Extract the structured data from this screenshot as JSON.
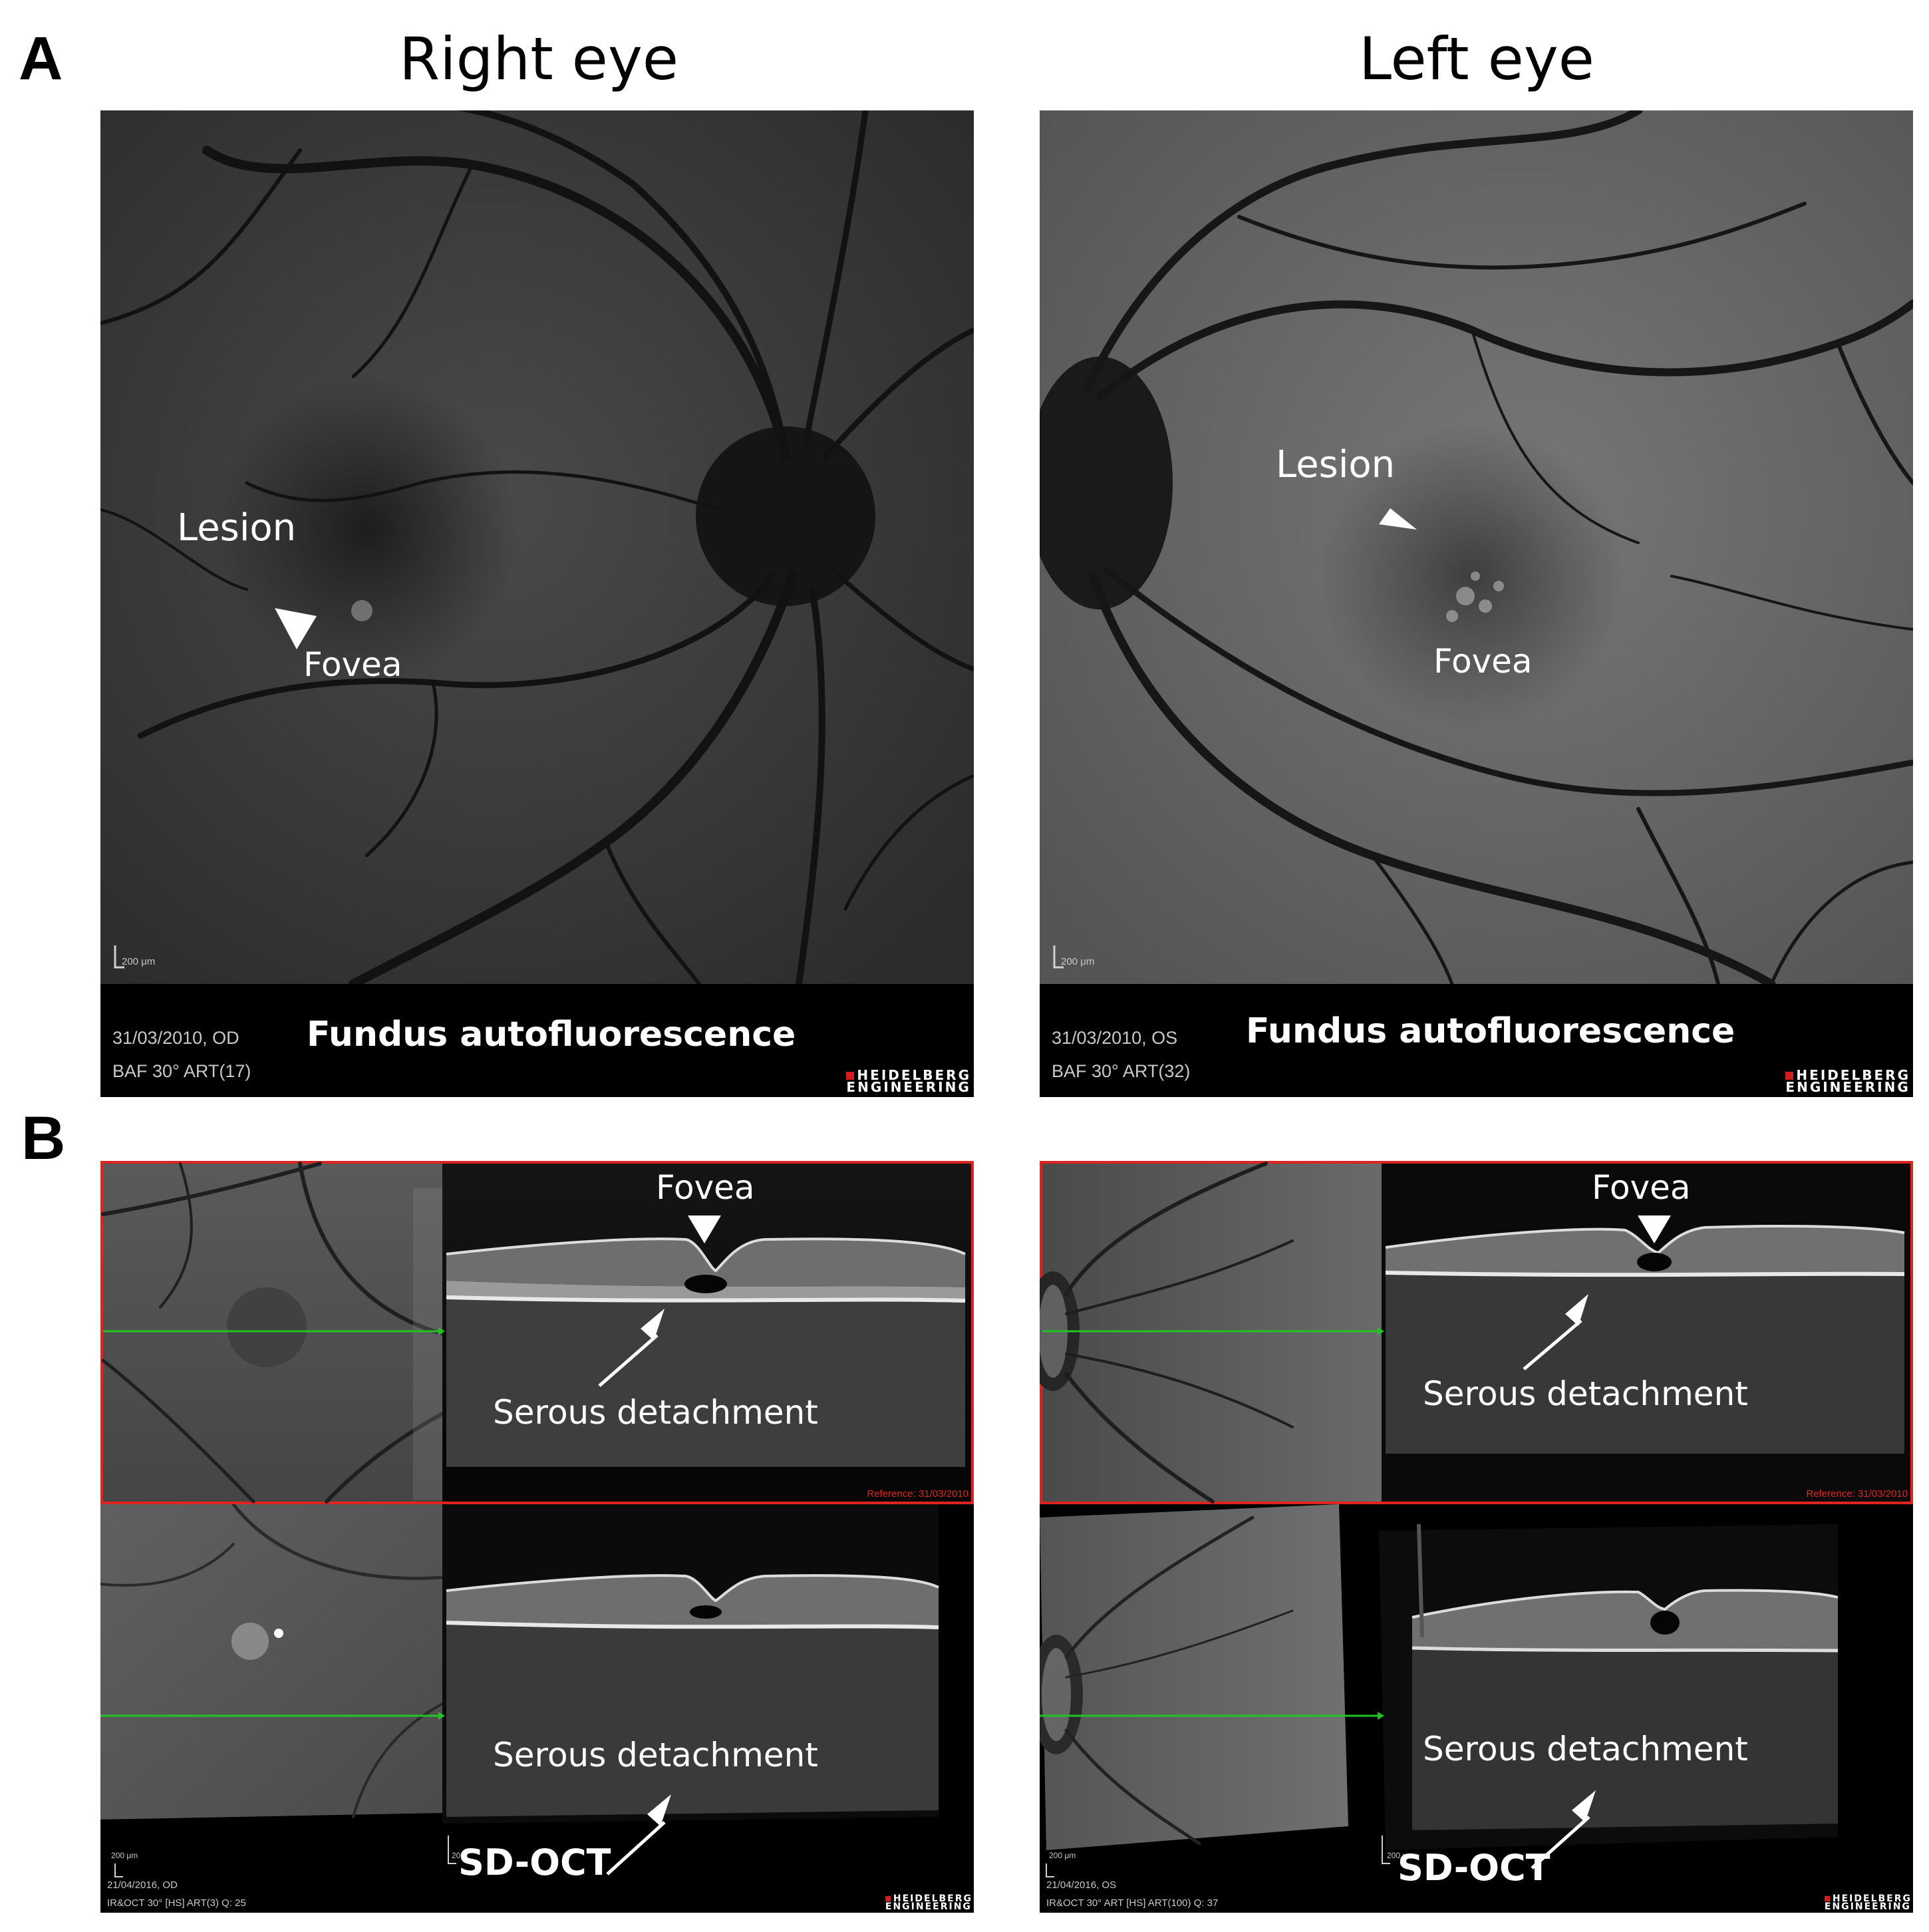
{
  "panels": {
    "a_letter": "A",
    "b_letter": "B"
  },
  "columns": {
    "right_title": "Right eye",
    "left_title": "Left eye"
  },
  "fundus_right": {
    "lesion": "Lesion",
    "fovea": "Fovea",
    "scale": "200 μm",
    "date_eye": "31/03/2010, OD",
    "mode": "BAF 30° ART(17)",
    "title": "Fundus autofluorescence",
    "logo_line1": "HEIDELBERG",
    "logo_line2": "ENGINEERING"
  },
  "fundus_left": {
    "lesion": "Lesion",
    "fovea": "Fovea",
    "scale": "200 μm",
    "date_eye": "31/03/2010, OS",
    "mode": "BAF 30° ART(32)",
    "title": "Fundus autofluorescence",
    "logo_line1": "HEIDELBERG",
    "logo_line2": "ENGINEERING"
  },
  "oct_right": {
    "fovea": "Fovea",
    "serous_top": "Serous detachment",
    "reference": "Reference: 31/03/2010",
    "serous_bottom": "Serous detachment",
    "scale_ir": "200 μm",
    "scale_oct": "200",
    "label": "SD-OCT",
    "date_eye": "21/04/2016, OD",
    "mode": "IR&OCT 30° [HS] ART(3) Q: 25",
    "logo_line1": "HEIDELBERG",
    "logo_line2": "ENGINEERING"
  },
  "oct_left": {
    "fovea": "Fovea",
    "serous_top": "Serous detachment",
    "reference": "Reference: 31/03/2010",
    "serous_bottom": "Serous detachment",
    "scale_ir": "200 μm",
    "scale_oct": "200 μm",
    "label": "SD-OCT",
    "date_eye": "21/04/2016, OS",
    "mode": "IR&OCT 30° ART [HS] ART(100) Q: 37",
    "logo_line1": "HEIDELBERG",
    "logo_line2": "ENGINEERING"
  },
  "colors": {
    "border_red": "#e0231f",
    "scan_line_green": "#22c422",
    "logo_red": "#d41e1e"
  }
}
